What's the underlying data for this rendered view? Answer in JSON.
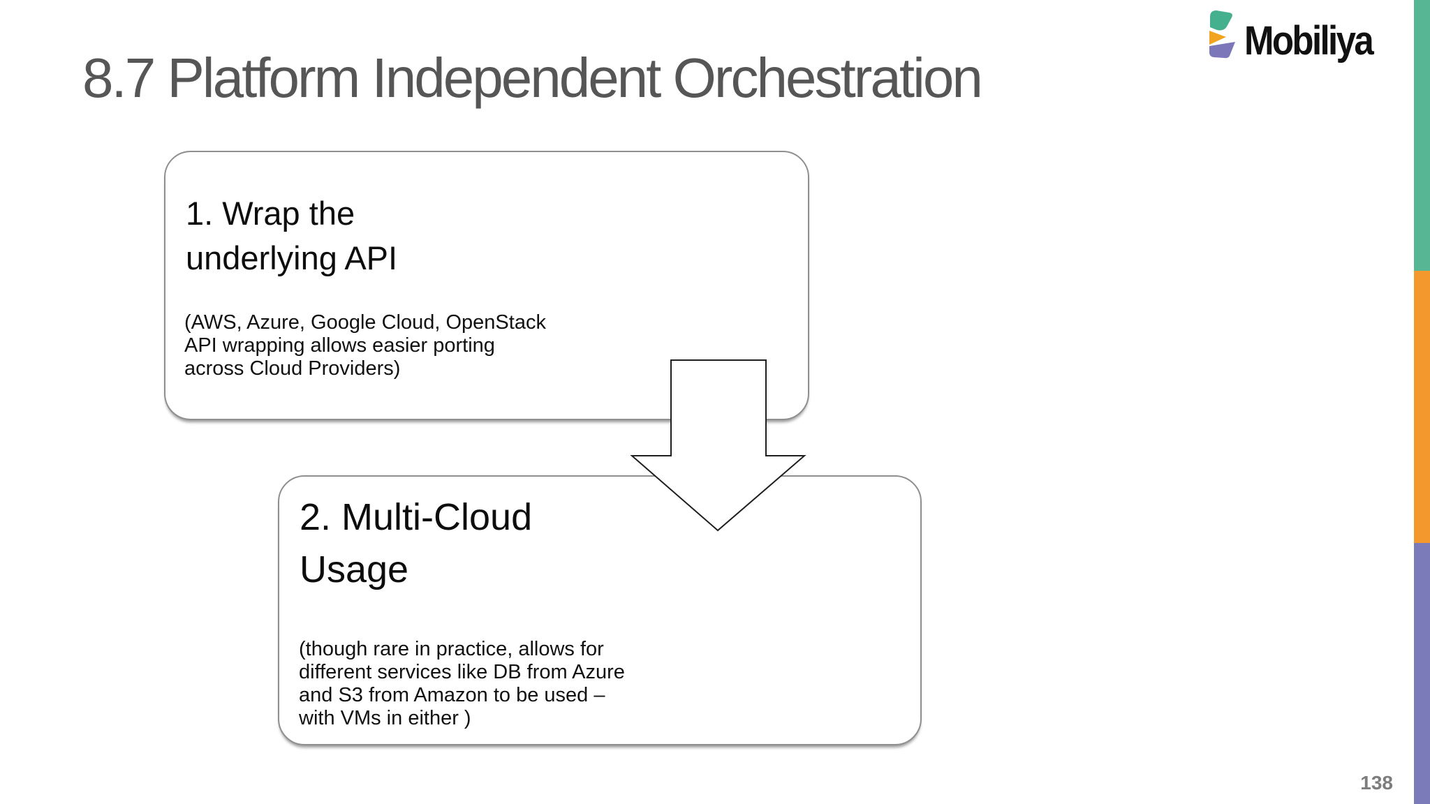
{
  "slide": {
    "title": "8.7 Platform Independent Orchestration",
    "title_color": "#565656",
    "page_number": "138",
    "page_number_color": "#7d7d7d",
    "background": "#ffffff"
  },
  "logo": {
    "brand": "Mobiliya",
    "icon": "mobiliya-logo-icon",
    "colors": {
      "teal": "#45B08E",
      "yellow": "#F0A41F",
      "purple": "#7C77B9"
    },
    "text_color": "#111111"
  },
  "diagram": {
    "boxes": [
      {
        "title": "1. Wrap the\nunderlying API",
        "body": "(AWS, Azure, Google Cloud, OpenStack\nAPI wrapping allows easier porting\nacross Cloud Providers)"
      },
      {
        "title": "2. Multi-Cloud\nUsage",
        "body": "(though rare in practice, allows for\ndifferent services like DB from Azure\nand S3 from Amazon to be used –\nwith VMs in either )"
      }
    ],
    "arrow": {
      "type": "down-arrow",
      "fill": "#ffffff",
      "stroke": "#1f1f1f"
    },
    "box_border_color": "#8f8f8f"
  },
  "accent_bar": {
    "segments": [
      {
        "name": "teal",
        "color": "#57B794"
      },
      {
        "name": "orange",
        "color": "#F2982D"
      },
      {
        "name": "purple",
        "color": "#7A7BB8"
      }
    ]
  }
}
